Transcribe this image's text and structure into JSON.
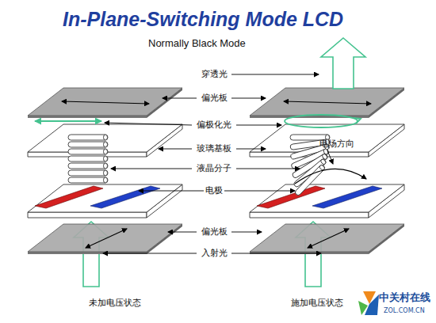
{
  "diagram": {
    "title": "In-Plane-Switching Mode LCD",
    "labels": [
      "Normally Black Mode",
      "穿透光",
      "偏光板",
      "偏极化光",
      "玻璃基板",
      "液晶分子",
      "电场方向",
      "电极",
      "偏光板",
      "入射光",
      "未加电压状态",
      "施加电压状态",
      "中关村在线",
      "ZOL.COM.CN"
    ]
  }
}
